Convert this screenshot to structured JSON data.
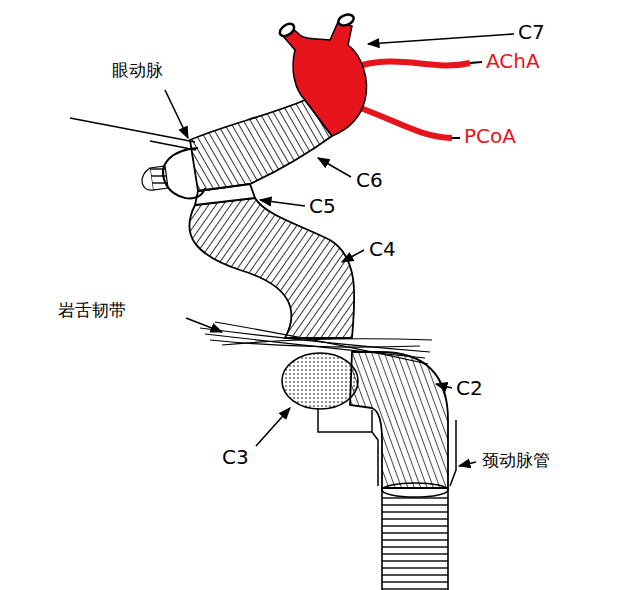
{
  "diagram": {
    "labels": [
      "眼动脉",
      "C7",
      "AChA",
      "PCoA",
      "C6",
      "C5",
      "C4",
      "岩舌韧带",
      "C2",
      "C3",
      "颈动脉管"
    ]
  }
}
